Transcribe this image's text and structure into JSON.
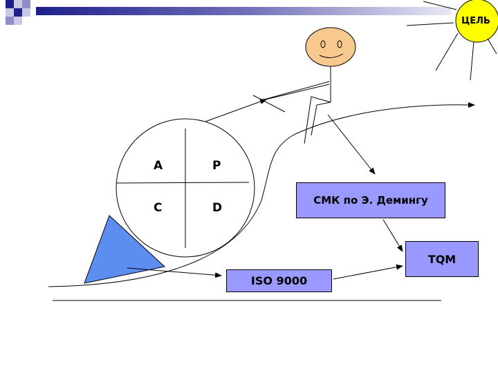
{
  "pdca": {
    "top_left": "A",
    "top_right": "P",
    "bottom_left": "C",
    "bottom_right": "D"
  },
  "boxes": {
    "smk": "СМК по Э. Демингу",
    "tqm": "TQM",
    "iso": "ISO 9000"
  },
  "goal": "ЦЕЛЬ",
  "colors": {
    "box_fill": "#9999ff",
    "triangle_fill": "#5b8ef0",
    "sun_fill": "#ffff00",
    "face_fill": "#f8c98f",
    "header_dark": "#1f1f8c",
    "header_light": "#d9d9ee"
  }
}
